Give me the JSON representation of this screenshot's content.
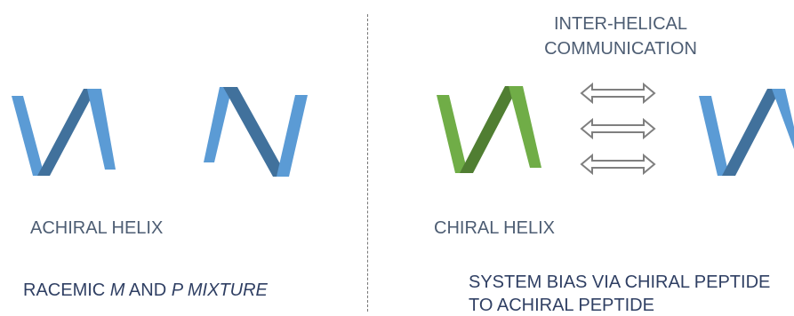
{
  "left_panel": {
    "helix_label": "ACHIRAL HELIX",
    "mixture_prefix": "RACEMIC ",
    "mixture_m": "M",
    "mixture_and": " AND ",
    "mixture_p": "P",
    "mixture_suffix": " MIXTURE"
  },
  "right_panel": {
    "communication_line1": "INTER-HELICAL",
    "communication_line2": "COMMUNICATION",
    "helix_label": "CHIRAL HELIX",
    "bias_line1": "SYSTEM BIAS VIA CHIRAL PEPTIDE",
    "bias_line2": "TO ACHIRAL PEPTIDE"
  },
  "colors": {
    "achiral_light": "#5b9bd5",
    "achiral_dark": "#41719c",
    "chiral_light": "#70ad47",
    "chiral_dark": "#507e32",
    "arrow": "#7f7f7f"
  }
}
